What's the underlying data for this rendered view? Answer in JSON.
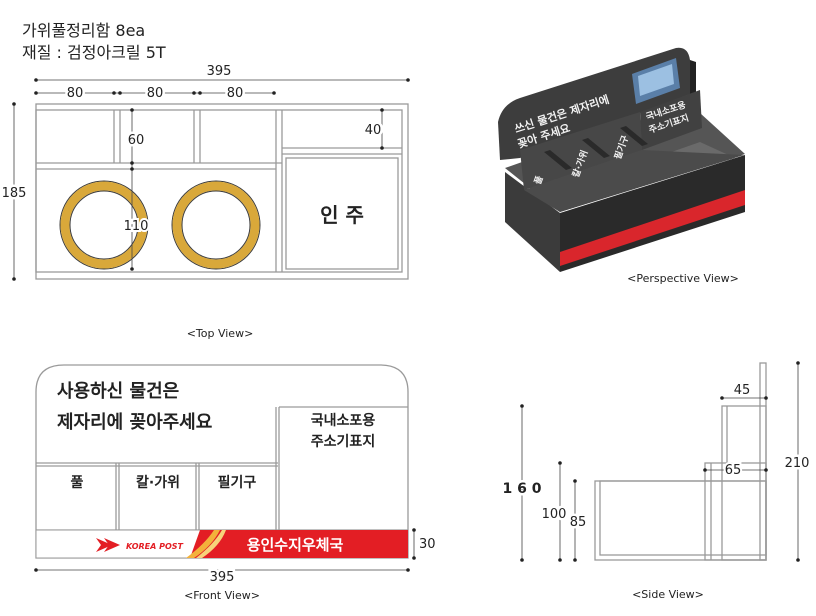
{
  "header": {
    "title": "가위풀정리함 8ea",
    "material": "재질 : 검정아크릴 5T"
  },
  "top_view": {
    "caption": "<Top View>",
    "dim_total": "395",
    "dim_a": "80",
    "dim_b": "80",
    "dim_c": "80",
    "dim_height": "185",
    "dim_60": "60",
    "dim_40": "40",
    "dim_110": "110",
    "stamp_text": "인 주",
    "ring_color": "#d9a83a"
  },
  "perspective_view": {
    "caption": "<Perspective View>",
    "back_text_1": "쓰신 물건은 제자리에",
    "back_text_2": "꽂아 주세요",
    "card_text_1": "국내소포용",
    "card_text_2": "주소기표지",
    "slot_1": "풀",
    "slot_2": "칼·가위",
    "slot_3": "필기구",
    "body_color": "#3a3a3a",
    "stripe_color": "#d9262c"
  },
  "front_view": {
    "caption": "<Front View>",
    "line_1": "사용하신 물건은",
    "line_2": "제자리에 꽂아주세요",
    "card_1": "국내소포용",
    "card_2": "주소기표지",
    "slot_1": "풀",
    "slot_2": "칼·가위",
    "slot_3": "필기구",
    "logo_text": "KOREA POST",
    "banner_text": "용인수지우체국",
    "dim_30": "30",
    "dim_total": "395",
    "banner_color": "#e31e24"
  },
  "side_view": {
    "caption": "<Side View>",
    "dim_45": "45",
    "dim_210": "210",
    "dim_160": "1 6 0",
    "dim_65": "65",
    "dim_100": "100",
    "dim_85": "85"
  }
}
